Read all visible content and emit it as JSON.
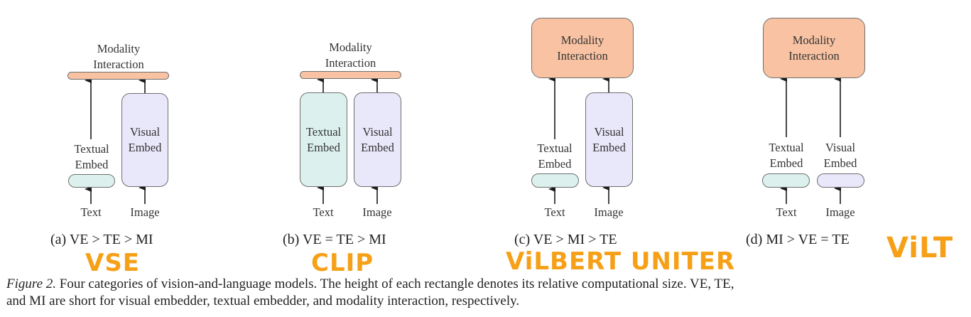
{
  "figure": {
    "panels": [
      {
        "id": "a",
        "caption": "(a) VE > TE > MI",
        "annotation": "VSE",
        "mi_label_top": "Modality",
        "mi_label_bottom": "Interaction",
        "te_label_top": "Textual",
        "te_label_bottom": "Embed",
        "ve_label_top": "Visual",
        "ve_label_bottom": "Embed",
        "input_text": "Text",
        "input_image": "Image",
        "relative_size": {
          "VE": "large",
          "TE": "small",
          "MI": "small"
        }
      },
      {
        "id": "b",
        "caption": "(b) VE = TE > MI",
        "annotation": "CLIP",
        "mi_label_top": "Modality",
        "mi_label_bottom": "Interaction",
        "te_label_top": "Textual",
        "te_label_bottom": "Embed",
        "ve_label_top": "Visual",
        "ve_label_bottom": "Embed",
        "input_text": "Text",
        "input_image": "Image",
        "relative_size": {
          "VE": "large",
          "TE": "large",
          "MI": "small"
        }
      },
      {
        "id": "c",
        "caption": "(c) VE > MI > TE",
        "annotation": "ViLBERT UNITER",
        "mi_label_top": "Modality",
        "mi_label_bottom": "Interaction",
        "te_label_top": "Textual",
        "te_label_bottom": "Embed",
        "ve_label_top": "Visual",
        "ve_label_bottom": "Embed",
        "input_text": "Text",
        "input_image": "Image",
        "relative_size": {
          "VE": "large",
          "TE": "small",
          "MI": "large"
        }
      },
      {
        "id": "d",
        "caption": "(d) MI > VE = TE",
        "annotation": "ViLT",
        "mi_label_top": "Modality",
        "mi_label_bottom": "Interaction",
        "te_label_top": "Textual",
        "te_label_bottom": "Embed",
        "ve_label_top": "Visual",
        "ve_label_bottom": "Embed",
        "input_text": "Text",
        "input_image": "Image",
        "relative_size": {
          "VE": "small",
          "TE": "small",
          "MI": "large"
        }
      }
    ],
    "caption": {
      "label": "Figure 2.",
      "line1": " Four categories of vision-and-language models. The height of each rectangle denotes its relative computational size. VE, TE,",
      "line2": "and MI are short for visual embedder, textual embedder, and modality interaction, respectively."
    },
    "colors": {
      "modality_interaction": "#f9c3a3",
      "textual_embed": "#dcf1ee",
      "visual_embed": "#e9e7fa",
      "annotation": "#f6a018"
    }
  }
}
